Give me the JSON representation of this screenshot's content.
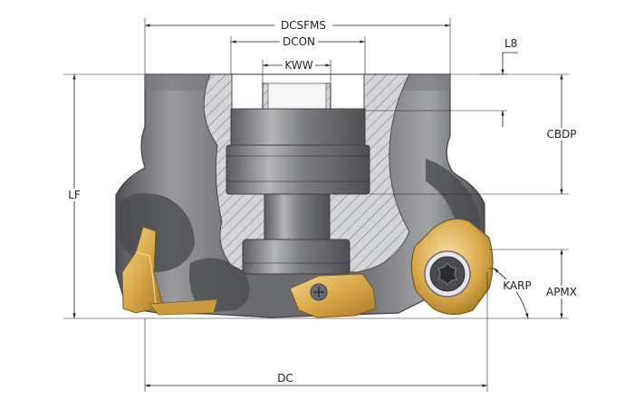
{
  "title": "Face milling cutter with indexable inserts – dimension drawing",
  "labels": {
    "dcsfms": "DCSFMS",
    "dcon": "DCON",
    "kww": "KWW",
    "l8": "L8",
    "cbdp": "CBDP",
    "lf": "LF",
    "karp": "KARP",
    "apmx": "APMX",
    "dc": "DC"
  },
  "colors": {
    "body_dark": "#5f6063",
    "body_mid": "#8a8b8e",
    "body_light": "#b8b9bc",
    "section_fill": "#d4d5d8",
    "hatch": "#7c7d80",
    "insert_gold": "#d9a84a",
    "insert_light": "#f0d089",
    "dim_line": "#222222"
  }
}
